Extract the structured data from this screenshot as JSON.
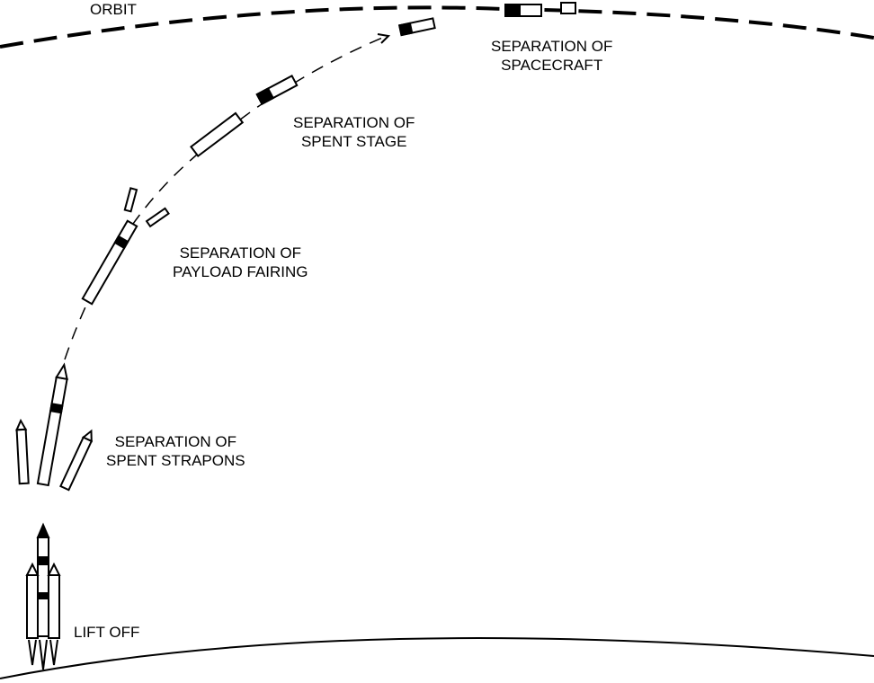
{
  "diagram": {
    "orbit_label": "ORBIT",
    "stages": [
      {
        "line1": "SEPARATION OF",
        "line2": "SPACECRAFT"
      },
      {
        "line1": "SEPARATION OF",
        "line2": "SPENT STAGE"
      },
      {
        "line1": "SEPARATION OF",
        "line2": "PAYLOAD FAIRING"
      },
      {
        "line1": "SEPARATION OF",
        "line2": "SPENT STRAPONS"
      }
    ],
    "liftoff_label": "LIFT OFF"
  }
}
